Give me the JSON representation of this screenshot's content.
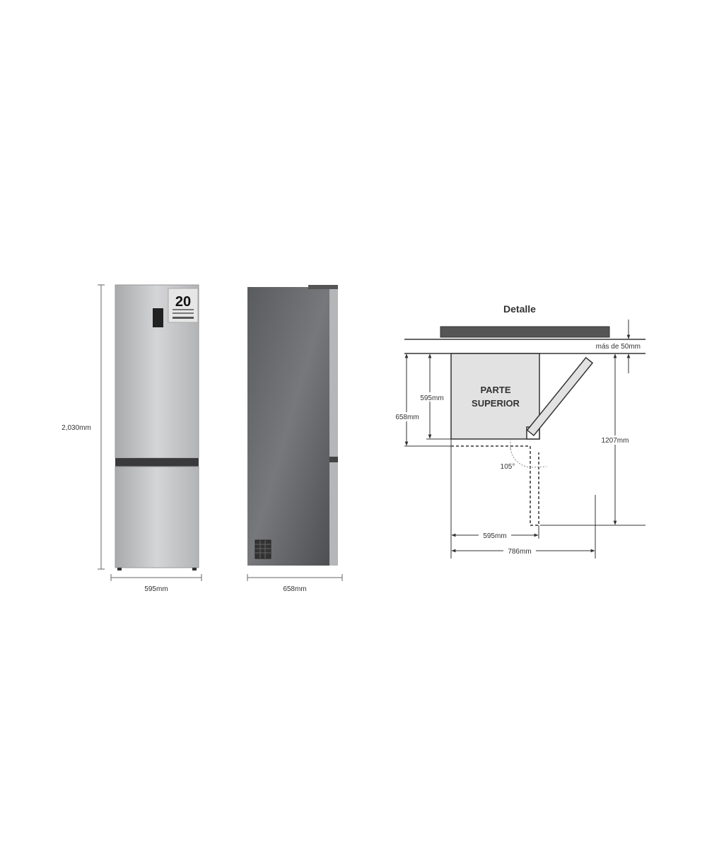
{
  "front_view": {
    "height_label": "2,030mm",
    "width_label": "595mm",
    "badge_number": "20"
  },
  "side_view": {
    "depth_label": "658mm"
  },
  "detail": {
    "title": "Detalle",
    "clearance_label": "más de 50mm",
    "top_label_line1": "PARTE",
    "top_label_line2": "SUPERIOR",
    "body_depth_label": "595mm",
    "total_depth_label": "658mm",
    "open_depth_label": "1207mm",
    "door_angle_label": "105°",
    "width_label": "595mm",
    "open_width_label": "786mm"
  }
}
